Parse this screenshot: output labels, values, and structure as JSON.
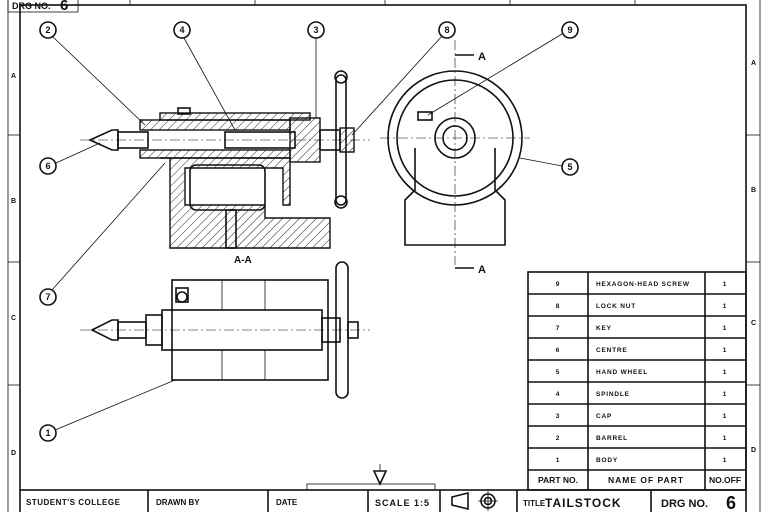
{
  "drawing": {
    "drg_no_label": "DRG NO.",
    "drg_no": "6",
    "section_label": "A-A",
    "section_marker": "A",
    "zones_left": [
      "A",
      "B",
      "C",
      "D"
    ],
    "zones_right": [
      "A",
      "B",
      "C",
      "D"
    ],
    "balloons": [
      "1",
      "2",
      "3",
      "4",
      "5",
      "6",
      "7",
      "8",
      "9"
    ]
  },
  "parts_list": {
    "headers": {
      "part_no": "PART NO.",
      "name": "NAME OF PART",
      "no_off": "NO.OFF"
    },
    "rows": [
      {
        "part_no": "9",
        "name": "HEXAGON-HEAD SCREW",
        "no_off": "1"
      },
      {
        "part_no": "8",
        "name": "LOCK NUT",
        "no_off": "1"
      },
      {
        "part_no": "7",
        "name": "KEY",
        "no_off": "1"
      },
      {
        "part_no": "6",
        "name": "CENTRE",
        "no_off": "1"
      },
      {
        "part_no": "5",
        "name": "HAND WHEEL",
        "no_off": "1"
      },
      {
        "part_no": "4",
        "name": "SPINDLE",
        "no_off": "1"
      },
      {
        "part_no": "3",
        "name": "CAP",
        "no_off": "1"
      },
      {
        "part_no": "2",
        "name": "BARREL",
        "no_off": "1"
      },
      {
        "part_no": "1",
        "name": "BODY",
        "no_off": "1"
      }
    ]
  },
  "title_block": {
    "school": "STUDENT'S COLLEGE",
    "drawn_by": "DRAWN BY",
    "date": "DATE",
    "scale": "SCALE 1:5",
    "title_label": "TITLE",
    "title": "TAILSTOCK",
    "drg_no_label": "DRG NO.",
    "drg_no": "6"
  }
}
